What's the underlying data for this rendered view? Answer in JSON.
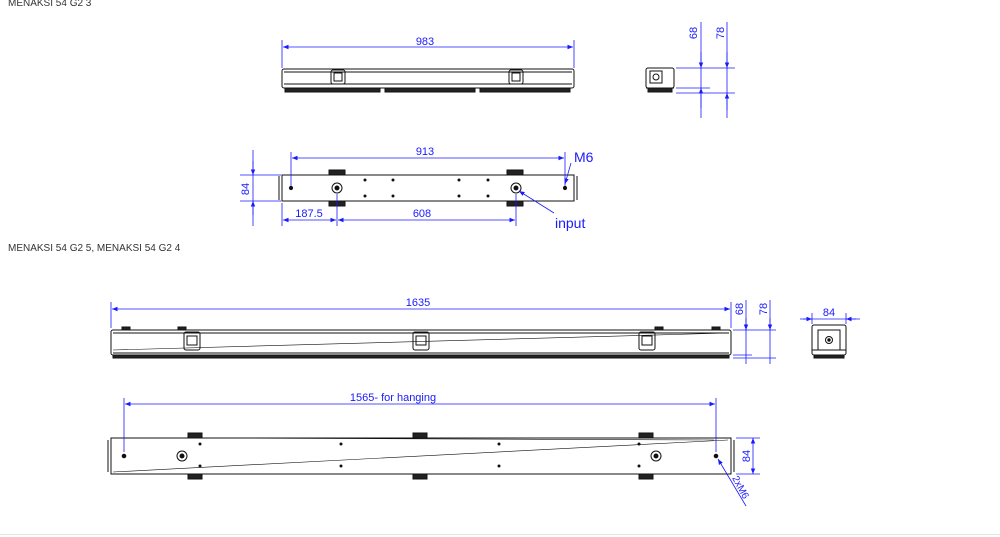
{
  "sections": {
    "top_title": "MENAKSI 54 G2 3",
    "bottom_title": "MENAKSI 54 G2 5, MENAKSI 54 G2 4"
  },
  "top_front": {
    "length": "983"
  },
  "top_side": {
    "h1": "68",
    "h2": "78"
  },
  "top_plan": {
    "span": "913",
    "height": "84",
    "offset": "187.5",
    "distance": "608",
    "thread": "M6",
    "input": "input"
  },
  "bottom_front": {
    "length": "1635",
    "h1": "68",
    "h2": "78"
  },
  "bottom_side": {
    "width": "84"
  },
  "bottom_plan": {
    "hanging": "1565- for hanging",
    "height": "84",
    "thread": "2xM6"
  },
  "colors": {
    "dimension": "#1a1aff",
    "outline": "#111111",
    "background": "#ffffff"
  }
}
